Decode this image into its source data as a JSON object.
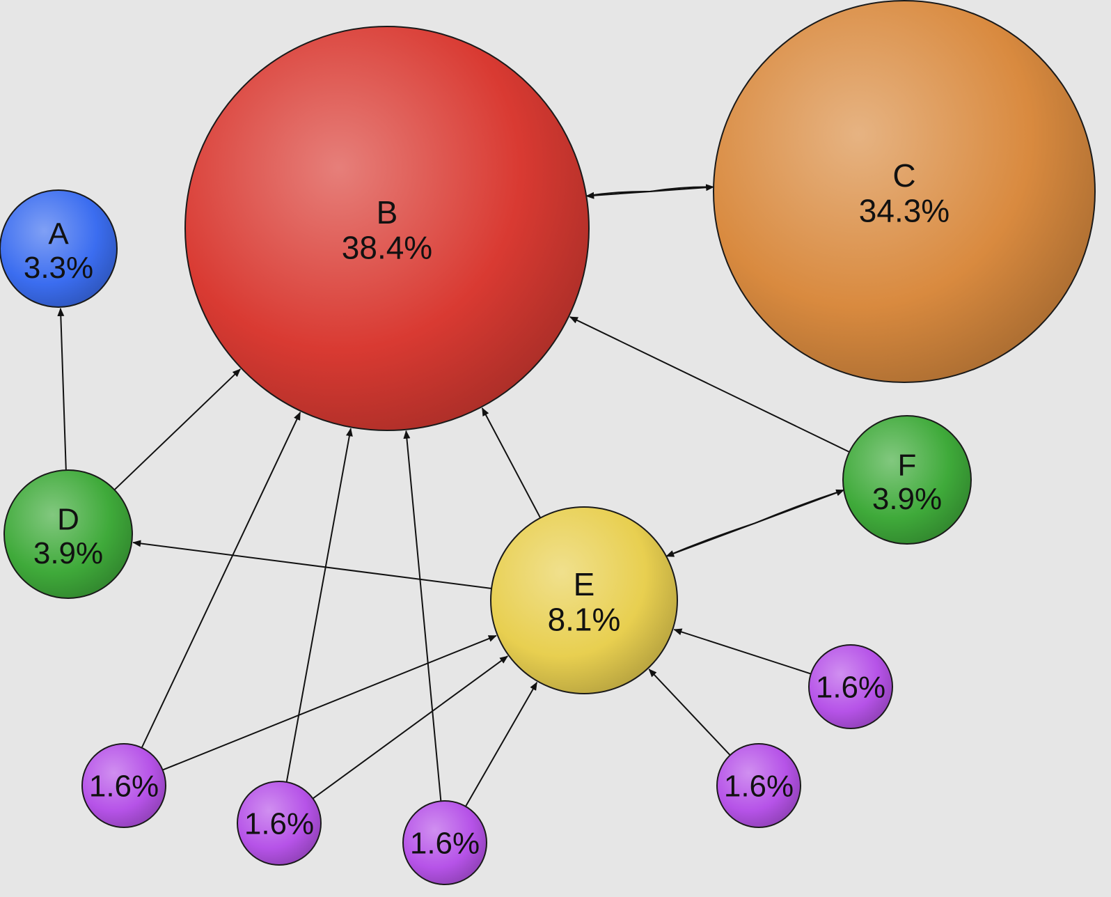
{
  "nodes": [
    {
      "id": "A",
      "name": "A",
      "value": "3.3%",
      "color": "#3b6df0"
    },
    {
      "id": "B",
      "name": "B",
      "value": "38.4%",
      "color": "#d93a32"
    },
    {
      "id": "C",
      "name": "C",
      "value": "34.3%",
      "color": "#d98a3f"
    },
    {
      "id": "D",
      "name": "D",
      "value": "3.9%",
      "color": "#3faa3a"
    },
    {
      "id": "E",
      "name": "E",
      "value": "8.1%",
      "color": "#e8cf50"
    },
    {
      "id": "F",
      "name": "F",
      "value": "3.9%",
      "color": "#3faa3a"
    },
    {
      "id": "P1",
      "name": "",
      "value": "1.6%",
      "color": "#b653e8"
    },
    {
      "id": "P2",
      "name": "",
      "value": "1.6%",
      "color": "#b653e8"
    },
    {
      "id": "P3",
      "name": "",
      "value": "1.6%",
      "color": "#b653e8"
    },
    {
      "id": "P4",
      "name": "",
      "value": "1.6%",
      "color": "#b653e8"
    },
    {
      "id": "P5",
      "name": "",
      "value": "1.6%",
      "color": "#b653e8"
    }
  ],
  "edges": [
    {
      "from": "B",
      "to": "C"
    },
    {
      "from": "C",
      "to": "B"
    },
    {
      "from": "D",
      "to": "A"
    },
    {
      "from": "D",
      "to": "B"
    },
    {
      "from": "E",
      "to": "B"
    },
    {
      "from": "E",
      "to": "D"
    },
    {
      "from": "E",
      "to": "F"
    },
    {
      "from": "F",
      "to": "B"
    },
    {
      "from": "F",
      "to": "E"
    },
    {
      "from": "P1",
      "to": "B"
    },
    {
      "from": "P1",
      "to": "E"
    },
    {
      "from": "P2",
      "to": "B"
    },
    {
      "from": "P2",
      "to": "E"
    },
    {
      "from": "P3",
      "to": "B"
    },
    {
      "from": "P3",
      "to": "E"
    },
    {
      "from": "P4",
      "to": "E"
    },
    {
      "from": "P5",
      "to": "E"
    }
  ]
}
